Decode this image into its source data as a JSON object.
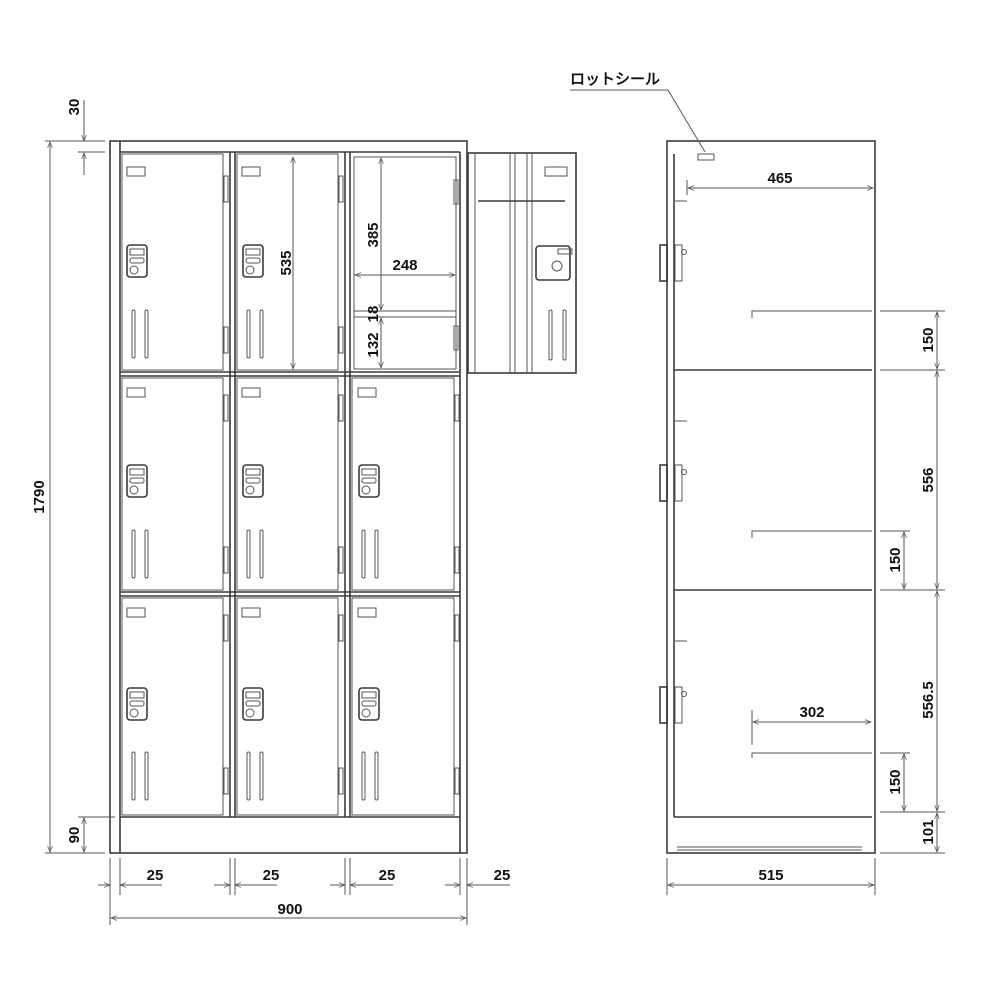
{
  "diagram": {
    "type": "locker-technical-drawing",
    "front_view": {
      "columns": 3,
      "rows": 3,
      "dimensions": {
        "total_height": "1790",
        "top_margin": "30",
        "base_height": "90",
        "total_width": "900",
        "side_gaps": [
          "25",
          "25",
          "25",
          "25"
        ],
        "door_inner_height": "535",
        "compartment_upper_height": "385",
        "shelf_thickness": "18",
        "compartment_lower_height": "132",
        "compartment_width": "248"
      }
    },
    "side_view": {
      "label": "ロットシール",
      "dimensions": {
        "depth_inner": "465",
        "shelf_gap_1": "150",
        "compartment_height_1": "556",
        "shelf_gap_2": "150",
        "compartment_height_2": "556.5",
        "shelf_depth": "302",
        "shelf_gap_3": "150",
        "base_height": "101",
        "total_depth": "515"
      }
    }
  }
}
